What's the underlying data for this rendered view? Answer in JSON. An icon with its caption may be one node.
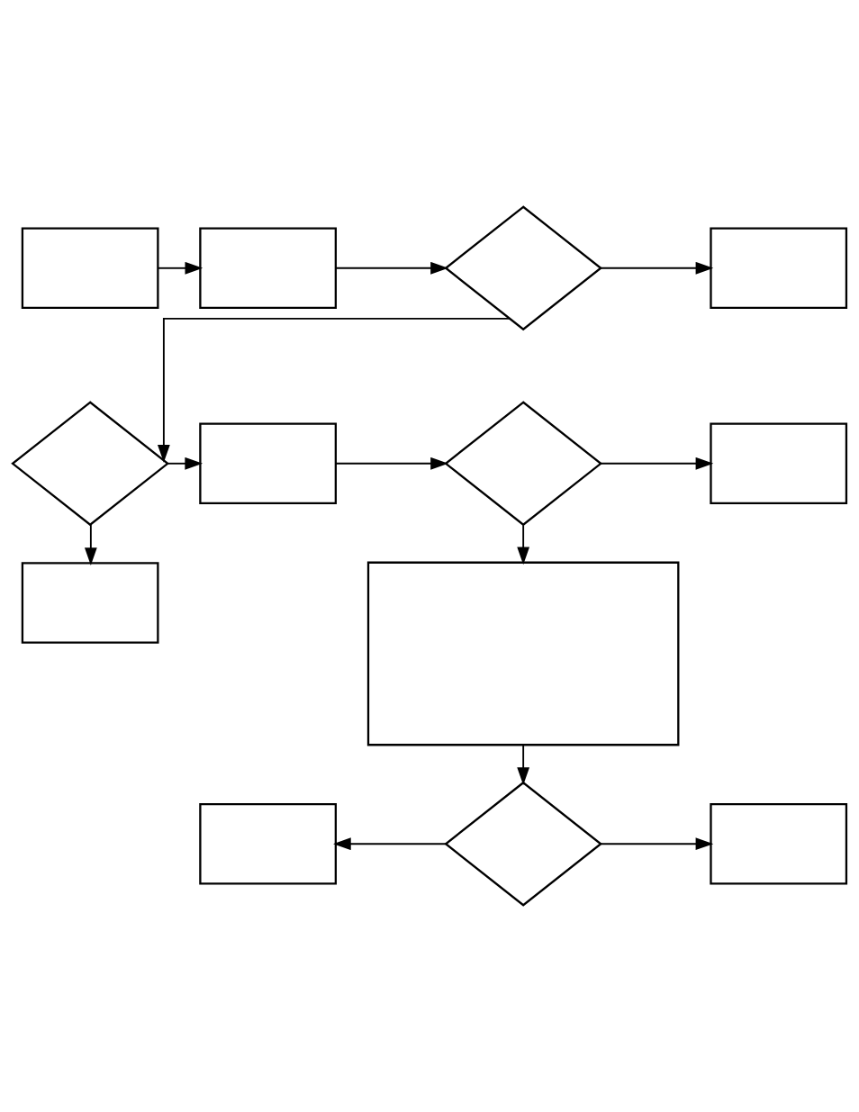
{
  "diagram": {
    "nodes": [
      {
        "text": [],
        "shape": "box"
      },
      {
        "text": [],
        "shape": "box"
      },
      {
        "text": [],
        "shape": "diamond"
      },
      {
        "text": [],
        "shape": "box"
      },
      {
        "text": [],
        "shape": "diamond"
      },
      {
        "text": [],
        "shape": "box"
      },
      {
        "text": [],
        "shape": "diamond"
      },
      {
        "text": [],
        "shape": "box"
      },
      {
        "text": [],
        "shape": "box"
      },
      {
        "text": [],
        "shape": "box"
      },
      {
        "text": [],
        "shape": "box"
      },
      {
        "text": [],
        "shape": "diamond"
      },
      {
        "text": [],
        "shape": "box"
      }
    ],
    "edges": [
      {
        "from": 0,
        "to": 1,
        "arrow": "to"
      },
      {
        "from": 1,
        "to": 2,
        "arrow": "to"
      },
      {
        "from": 2,
        "to": 3,
        "arrow": "to"
      },
      {
        "from": 2,
        "to": 4,
        "arrow": "to"
      },
      {
        "from": 4,
        "to": 5,
        "arrow": "to"
      },
      {
        "from": 4,
        "to": 8,
        "arrow": "to"
      },
      {
        "from": 5,
        "to": 6,
        "arrow": "to"
      },
      {
        "from": 6,
        "to": 7,
        "arrow": "to"
      },
      {
        "from": 6,
        "to": 9,
        "arrow": "to"
      },
      {
        "from": 9,
        "to": 11,
        "arrow": "to"
      },
      {
        "from": 11,
        "to": 10,
        "arrow": "to"
      },
      {
        "from": 11,
        "to": 12,
        "arrow": "to"
      }
    ]
  }
}
